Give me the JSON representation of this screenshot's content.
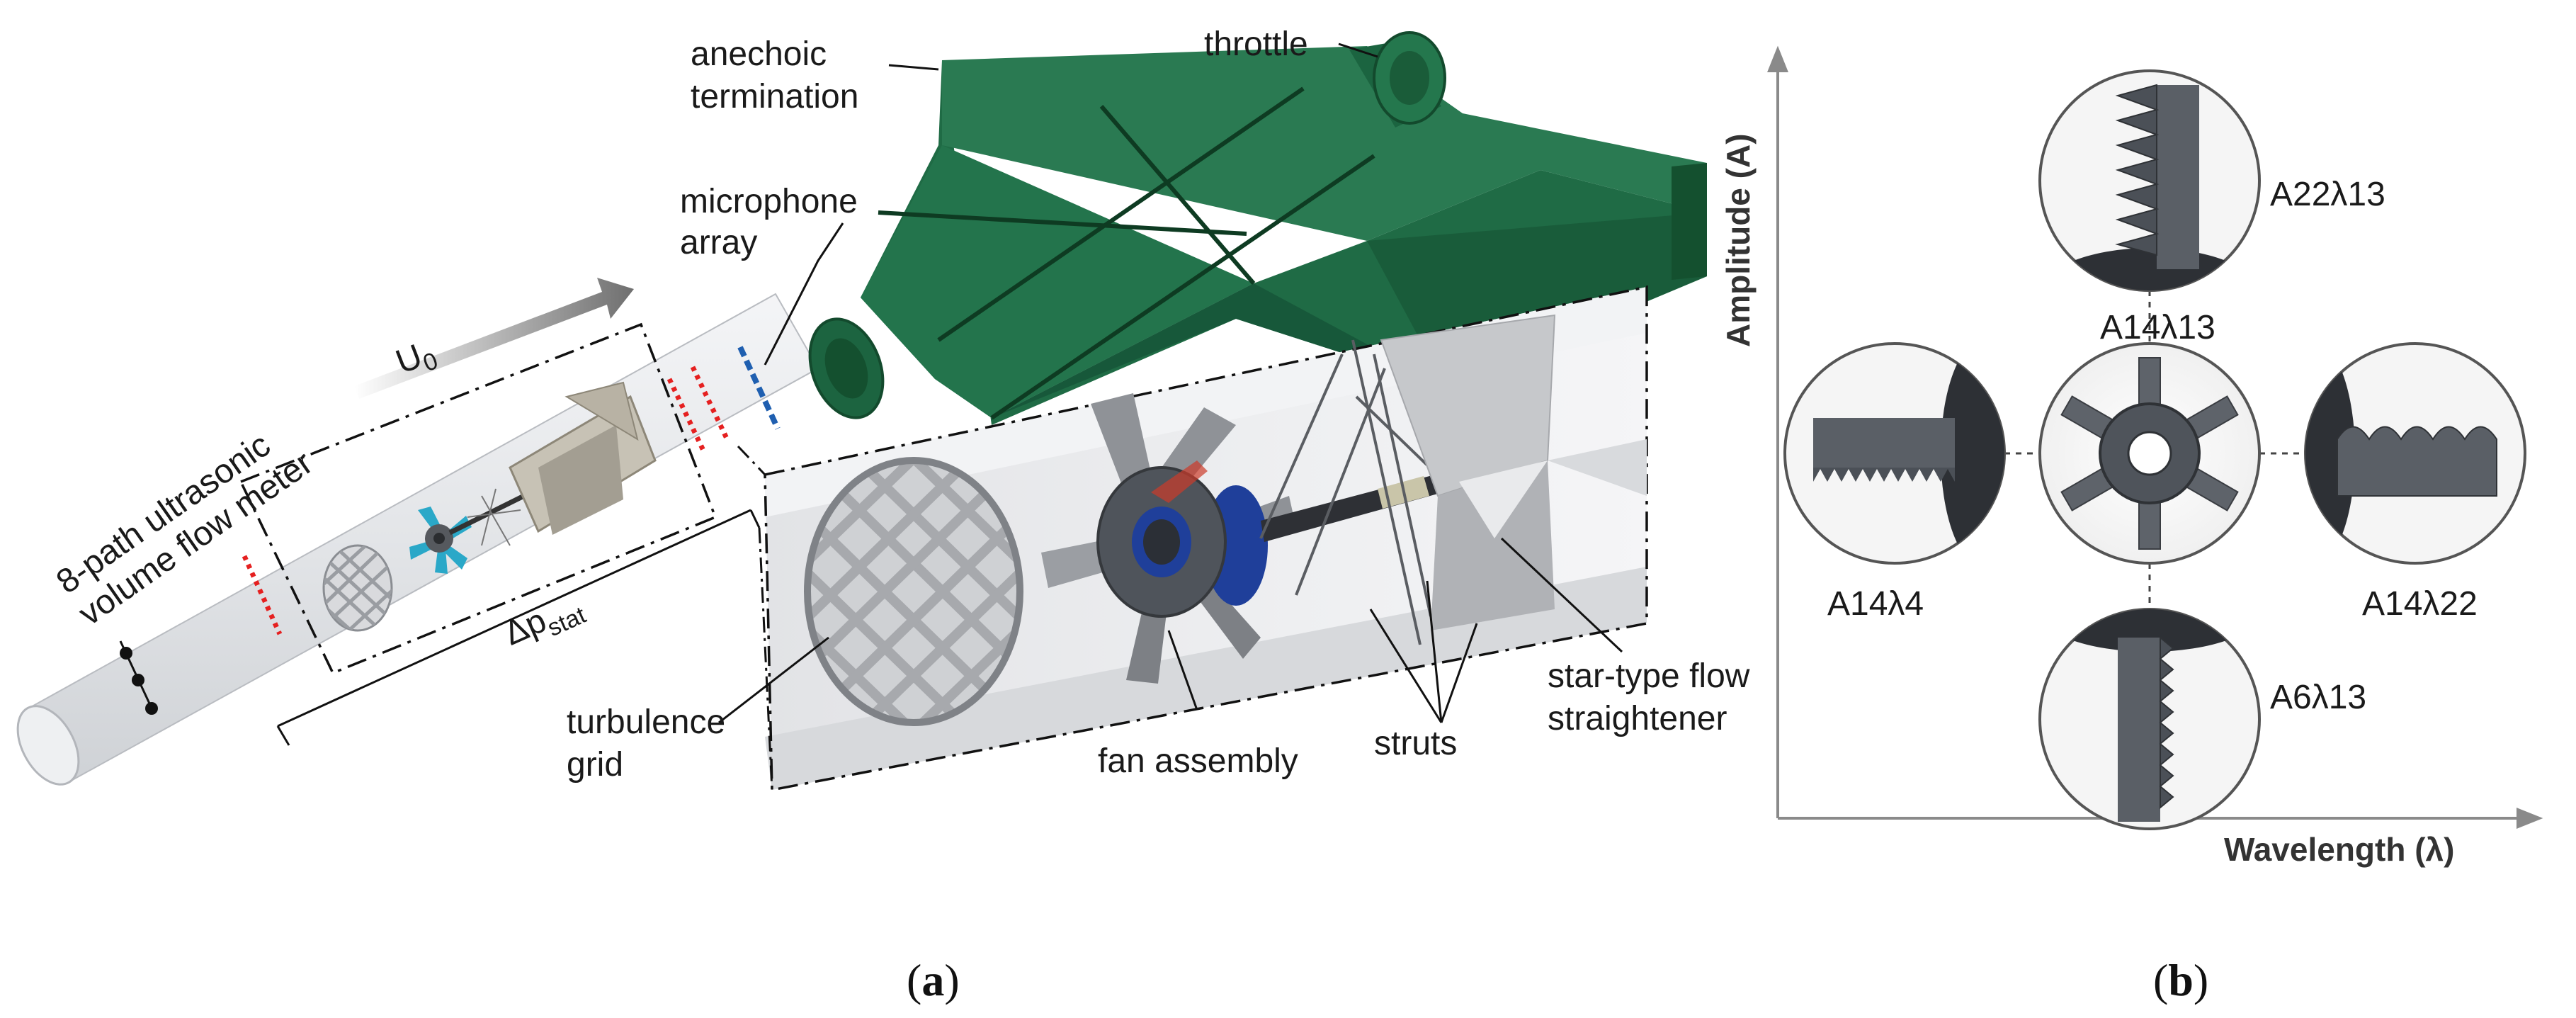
{
  "panel_a": {
    "labels": {
      "anechoic": [
        "anechoic",
        "termination"
      ],
      "throttle": "throttle",
      "microphone": [
        "microphone",
        "array"
      ],
      "velocity_main": "U",
      "velocity_sub": "0",
      "flowmeter": [
        "8-path ultrasonic",
        "volume flow meter"
      ],
      "pressure_main": "Δp",
      "pressure_sub": "stat",
      "grid": [
        "turbulence",
        "grid"
      ],
      "fan": "fan assembly",
      "struts": "struts",
      "straightener": [
        "star-type flow",
        "straightener"
      ]
    },
    "caption": {
      "open": "(",
      "letter": "a",
      "close": ")"
    }
  },
  "panel_b": {
    "y_axis_label": "Amplitude (A)",
    "x_axis_label": "Wavelength (λ)",
    "variants": {
      "center": "A14λ13",
      "top": "A22λ13",
      "left": "A14λ4",
      "right": "A14λ22",
      "bottom": "A6λ13"
    },
    "caption": {
      "open": "(",
      "letter": "b",
      "close": ")"
    }
  },
  "colors": {
    "duct_green": "#1f6b45",
    "duct_green_dark": "#14502f",
    "tube_grey": "#e6e7ea",
    "blade_grey": "#4f545b",
    "marker_red": "#e52020",
    "marker_blue": "#1f5fb0",
    "fan_blue": "#1f3f9a",
    "mini_fan_cyan": "#2aa8c8"
  }
}
